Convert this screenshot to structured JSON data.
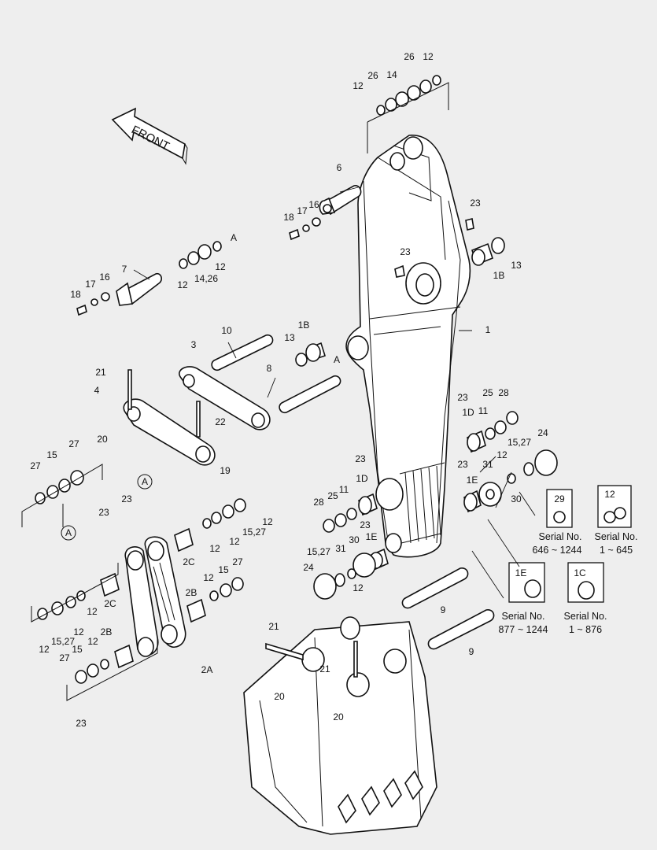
{
  "front_label": "FRONT",
  "callouts": [
    {
      "id": "c26a",
      "text": "26"
    },
    {
      "id": "c12a",
      "text": "12"
    },
    {
      "id": "c14a",
      "text": "14"
    },
    {
      "id": "c26b",
      "text": "26"
    },
    {
      "id": "c12b",
      "text": "12"
    },
    {
      "id": "c6",
      "text": "6"
    },
    {
      "id": "c18a",
      "text": "18"
    },
    {
      "id": "c17a",
      "text": "17"
    },
    {
      "id": "c16a",
      "text": "16"
    },
    {
      "id": "c23a",
      "text": "23"
    },
    {
      "id": "c1B_a",
      "text": "1B"
    },
    {
      "id": "c13a",
      "text": "13"
    },
    {
      "id": "cA_a",
      "text": "A"
    },
    {
      "id": "c12c",
      "text": "12"
    },
    {
      "id": "c14_26",
      "text": "14,26"
    },
    {
      "id": "c12d",
      "text": "12"
    },
    {
      "id": "c7",
      "text": "7"
    },
    {
      "id": "c16b",
      "text": "16"
    },
    {
      "id": "c17b",
      "text": "17"
    },
    {
      "id": "c18b",
      "text": "18"
    },
    {
      "id": "c23b",
      "text": "23"
    },
    {
      "id": "c1",
      "text": "1"
    },
    {
      "id": "c1B_b",
      "text": "1B"
    },
    {
      "id": "c13b",
      "text": "13"
    },
    {
      "id": "cA_b",
      "text": "A"
    },
    {
      "id": "c10",
      "text": "10"
    },
    {
      "id": "c3",
      "text": "3"
    },
    {
      "id": "c8",
      "text": "8"
    },
    {
      "id": "c21a",
      "text": "21"
    },
    {
      "id": "c4",
      "text": "4"
    },
    {
      "id": "c22",
      "text": "22"
    },
    {
      "id": "c20a",
      "text": "20"
    },
    {
      "id": "c19",
      "text": "19"
    },
    {
      "id": "c23c",
      "text": "23"
    },
    {
      "id": "c25a",
      "text": "25"
    },
    {
      "id": "c28a",
      "text": "28"
    },
    {
      "id": "c1D_a",
      "text": "1D"
    },
    {
      "id": "c11a",
      "text": "11"
    },
    {
      "id": "c24a",
      "text": "24"
    },
    {
      "id": "c15_27a",
      "text": "15,27"
    },
    {
      "id": "c23d",
      "text": "23"
    },
    {
      "id": "c12e",
      "text": "12"
    },
    {
      "id": "c23e",
      "text": "23"
    },
    {
      "id": "c31a",
      "text": "31"
    },
    {
      "id": "c1E_a",
      "text": "1E"
    },
    {
      "id": "c30a",
      "text": "30"
    },
    {
      "id": "c28b",
      "text": "28"
    },
    {
      "id": "c25b",
      "text": "25"
    },
    {
      "id": "c11b",
      "text": "11"
    },
    {
      "id": "c1D_b",
      "text": "1D"
    },
    {
      "id": "c23f",
      "text": "23"
    },
    {
      "id": "c27a",
      "text": "27"
    },
    {
      "id": "c15a",
      "text": "15"
    },
    {
      "id": "c27b",
      "text": "27"
    },
    {
      "id": "cA_c",
      "text": "A"
    },
    {
      "id": "cA_d",
      "text": "A"
    },
    {
      "id": "c23g",
      "text": "23"
    },
    {
      "id": "c23h",
      "text": "23"
    },
    {
      "id": "c12f",
      "text": "12"
    },
    {
      "id": "c15_27b",
      "text": "15,27"
    },
    {
      "id": "c12g",
      "text": "12"
    },
    {
      "id": "c12h",
      "text": "12"
    },
    {
      "id": "c2C_a",
      "text": "2C"
    },
    {
      "id": "c15_27c",
      "text": "15,27"
    },
    {
      "id": "c31b",
      "text": "31"
    },
    {
      "id": "c30b",
      "text": "30"
    },
    {
      "id": "c1E_b",
      "text": "1E"
    },
    {
      "id": "c24b",
      "text": "24"
    },
    {
      "id": "c12i",
      "text": "12"
    },
    {
      "id": "c12j",
      "text": "12"
    },
    {
      "id": "c15b",
      "text": "15"
    },
    {
      "id": "c27c",
      "text": "27"
    },
    {
      "id": "c2B_a",
      "text": "2B"
    },
    {
      "id": "c2C_b",
      "text": "2C"
    },
    {
      "id": "c12k",
      "text": "12"
    },
    {
      "id": "c12l",
      "text": "12"
    },
    {
      "id": "c15_27d",
      "text": "15,27"
    },
    {
      "id": "c2B_b",
      "text": "2B"
    },
    {
      "id": "c12m",
      "text": "12"
    },
    {
      "id": "c27d",
      "text": "27"
    },
    {
      "id": "c15c",
      "text": "15"
    },
    {
      "id": "c12n",
      "text": "12"
    },
    {
      "id": "c2A",
      "text": "2A"
    },
    {
      "id": "c9a",
      "text": "9"
    },
    {
      "id": "c9b",
      "text": "9"
    },
    {
      "id": "c21b",
      "text": "21"
    },
    {
      "id": "c21c",
      "text": "21"
    },
    {
      "id": "c20b",
      "text": "20"
    },
    {
      "id": "c20c",
      "text": "20"
    },
    {
      "id": "c23i",
      "text": "23"
    }
  ],
  "serial_boxes": [
    {
      "id": "sb29",
      "part": "29",
      "line1": "Serial No.",
      "line2": "646 ~ 1244"
    },
    {
      "id": "sb12",
      "part": "12",
      "line1": "Serial No.",
      "line2": "1 ~ 645"
    },
    {
      "id": "sb1E",
      "part": "1E",
      "line1": "Serial No.",
      "line2": "877 ~ 1244"
    },
    {
      "id": "sb1C",
      "part": "1C",
      "line1": "Serial No.",
      "line2": "1 ~ 876"
    }
  ]
}
